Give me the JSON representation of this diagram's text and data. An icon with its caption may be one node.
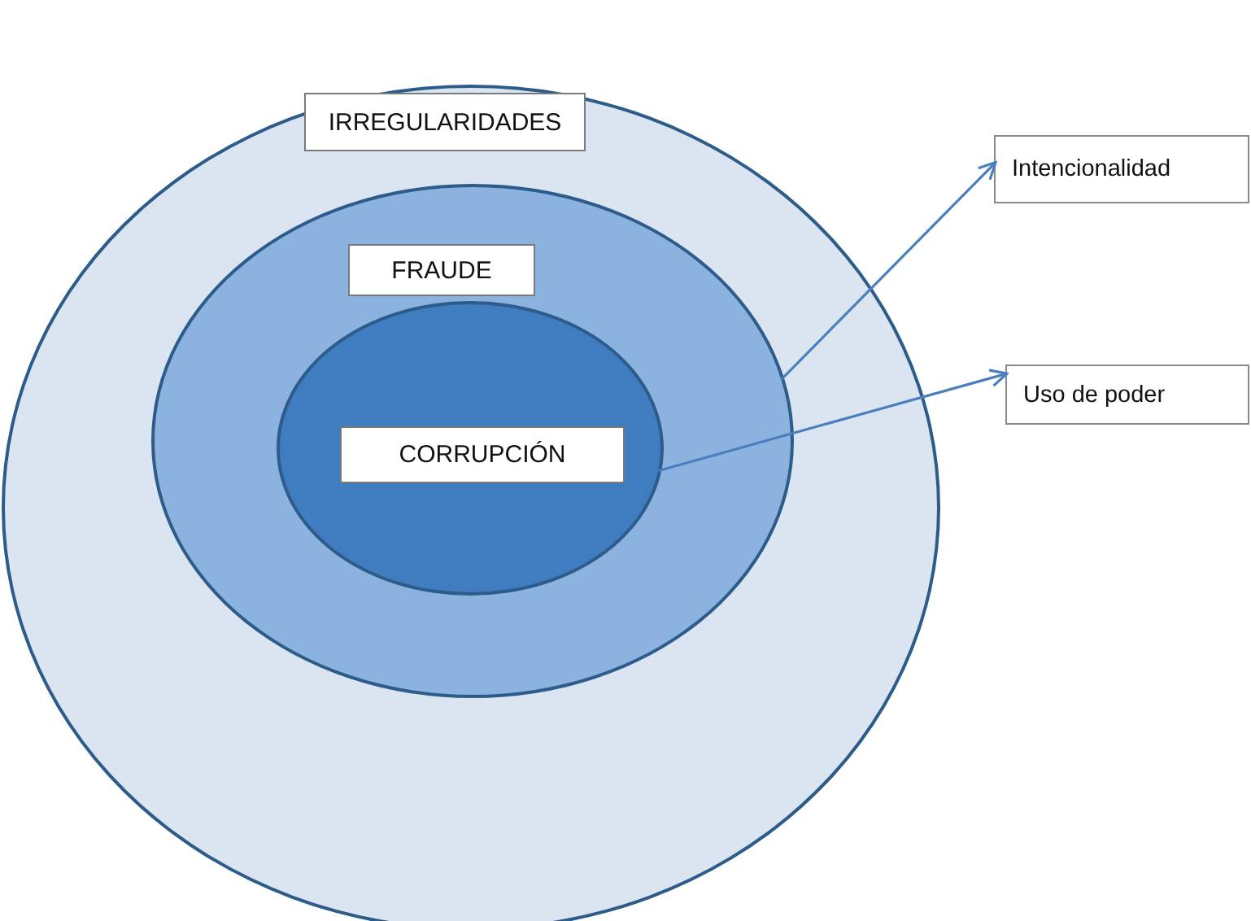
{
  "diagram": {
    "nodes": [
      {
        "text": [
          "IRREGULARIDADES"
        ]
      },
      {
        "text": [
          "FRAUDE"
        ],
        "in": 0
      },
      {
        "text": [
          "CORRUPCIÓN"
        ],
        "in": 1
      },
      {
        "text": [
          "Intencionalidad"
        ]
      },
      {
        "text": [
          "Uso de poder"
        ]
      }
    ],
    "edges": [
      {
        "from": 1,
        "to": 3,
        "arrow": "to"
      },
      {
        "from": 2,
        "to": 4,
        "arrow": "to"
      }
    ]
  }
}
